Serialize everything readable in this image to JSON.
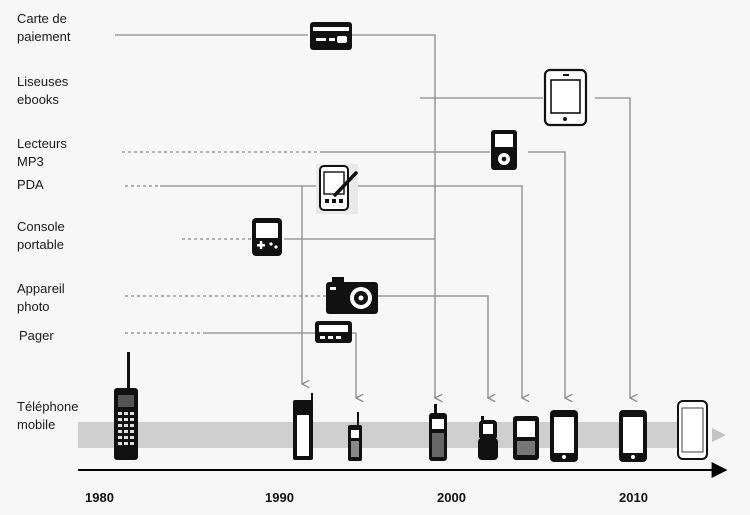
{
  "categories": [
    {
      "id": "payment",
      "line1": "Carte de",
      "line2": "paiement"
    },
    {
      "id": "ebook",
      "line1": "Liseuses",
      "line2": "ebooks"
    },
    {
      "id": "mp3",
      "line1": "Lecteurs",
      "line2": "MP3"
    },
    {
      "id": "pda",
      "line1": "PDA",
      "line2": ""
    },
    {
      "id": "console",
      "line1": "Console",
      "line2": "portable"
    },
    {
      "id": "camera",
      "line1": "Appareil",
      "line2": "photo"
    },
    {
      "id": "pager",
      "line1": "Pager",
      "line2": ""
    },
    {
      "id": "phone",
      "line1": "Téléphone",
      "line2": "mobile"
    }
  ],
  "axis": {
    "years": [
      "1980",
      "1990",
      "2000",
      "2010"
    ]
  },
  "colors": {
    "band": "#cfcfcf",
    "line": "#8a8a8a",
    "ink": "#111111",
    "axis": "#000000"
  },
  "icons": [
    "credit-card-icon",
    "ebook-reader-icon",
    "mp3-player-icon",
    "pda-icon",
    "handheld-console-icon",
    "camera-icon",
    "pager-icon",
    "brick-phone-icon",
    "bar-phone-icon",
    "flip-phone-icon",
    "smartphone-icon"
  ]
}
